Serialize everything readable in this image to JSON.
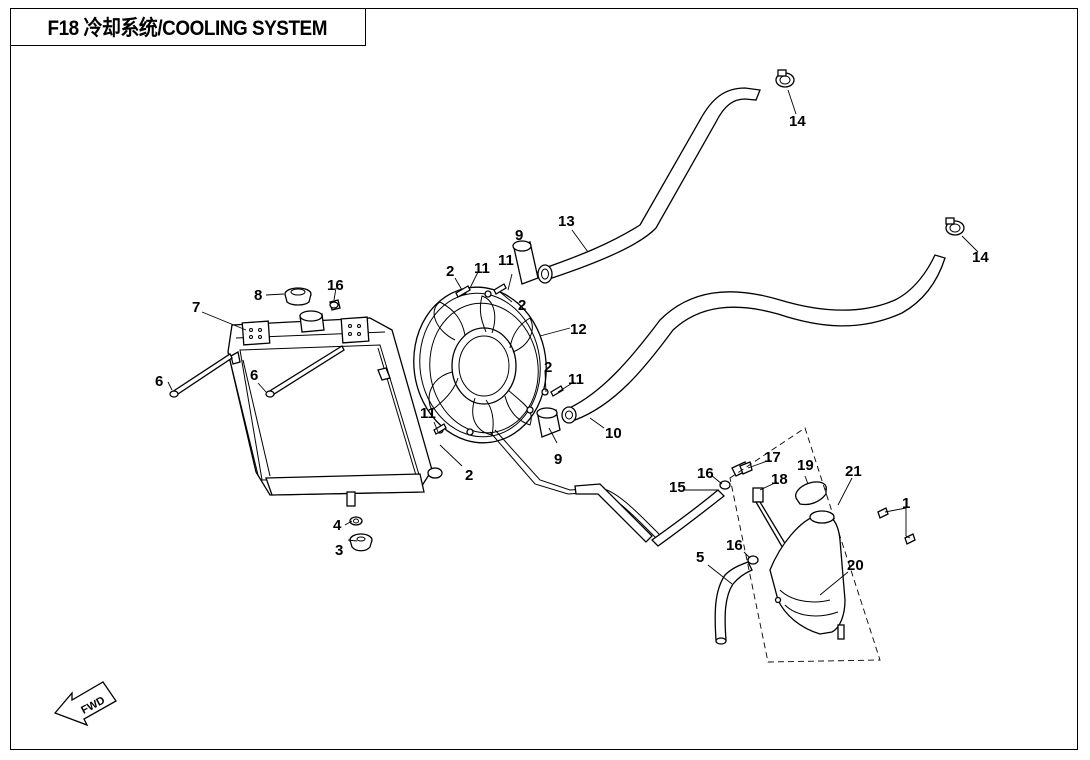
{
  "title": "F18 冷却系统/COOLING SYSTEM",
  "fwd_label": "FWD",
  "callouts": [
    {
      "id": "c1",
      "text": "1"
    },
    {
      "id": "c2a",
      "text": "2"
    },
    {
      "id": "c2b",
      "text": "2"
    },
    {
      "id": "c2c",
      "text": "2"
    },
    {
      "id": "c2d",
      "text": "2"
    },
    {
      "id": "c3",
      "text": "3"
    },
    {
      "id": "c4",
      "text": "4"
    },
    {
      "id": "c5",
      "text": "5"
    },
    {
      "id": "c6a",
      "text": "6"
    },
    {
      "id": "c6b",
      "text": "6"
    },
    {
      "id": "c7",
      "text": "7"
    },
    {
      "id": "c8",
      "text": "8"
    },
    {
      "id": "c9a",
      "text": "9"
    },
    {
      "id": "c9b",
      "text": "9"
    },
    {
      "id": "c10",
      "text": "10"
    },
    {
      "id": "c11a",
      "text": "11"
    },
    {
      "id": "c11b",
      "text": "11"
    },
    {
      "id": "c11c",
      "text": "11"
    },
    {
      "id": "c11d",
      "text": "11"
    },
    {
      "id": "c12",
      "text": "12"
    },
    {
      "id": "c13",
      "text": "13"
    },
    {
      "id": "c14a",
      "text": "14"
    },
    {
      "id": "c14b",
      "text": "14"
    },
    {
      "id": "c15",
      "text": "15"
    },
    {
      "id": "c16a",
      "text": "16"
    },
    {
      "id": "c16b",
      "text": "16"
    },
    {
      "id": "c16c",
      "text": "16"
    },
    {
      "id": "c17",
      "text": "17"
    },
    {
      "id": "c18",
      "text": "18"
    },
    {
      "id": "c19",
      "text": "19"
    },
    {
      "id": "c20",
      "text": "20"
    },
    {
      "id": "c21",
      "text": "21"
    }
  ]
}
